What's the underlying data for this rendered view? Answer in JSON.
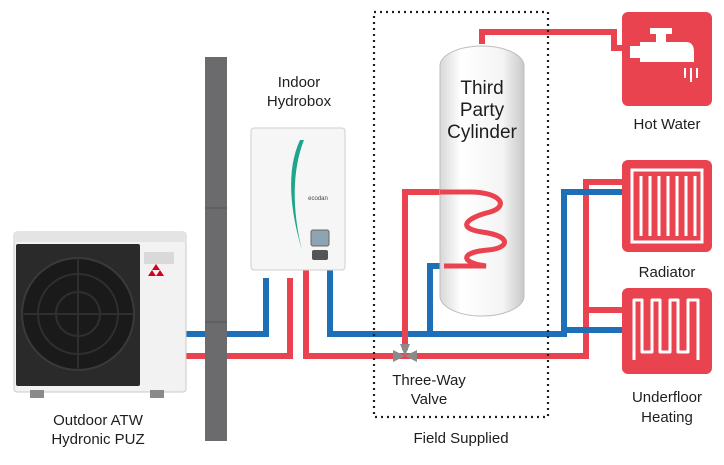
{
  "colors": {
    "hot": "#e8434f",
    "cold": "#1d6fb8",
    "wall": "#6b6b6e",
    "icon_bg": "#e8434f",
    "text": "#1e1e1e"
  },
  "labels": {
    "indoor": [
      "Indoor",
      "Hydrobox"
    ],
    "outdoor": [
      "Outdoor ATW",
      "Hydronic PUZ"
    ],
    "cylinder": [
      "Third",
      "Party",
      "Cylinder"
    ],
    "hot_water": "Hot Water",
    "radiator": "Radiator",
    "underfloor": [
      "Underfloor",
      "Heating"
    ],
    "valve": [
      "Three-Way",
      "Valve"
    ],
    "field_supplied": "Field Supplied"
  },
  "hydrobox": {
    "brand": "ecodan"
  },
  "icons": {
    "hot_water": "tap-icon",
    "radiator": "radiator-icon",
    "underfloor": "underfloor-coil-icon"
  }
}
